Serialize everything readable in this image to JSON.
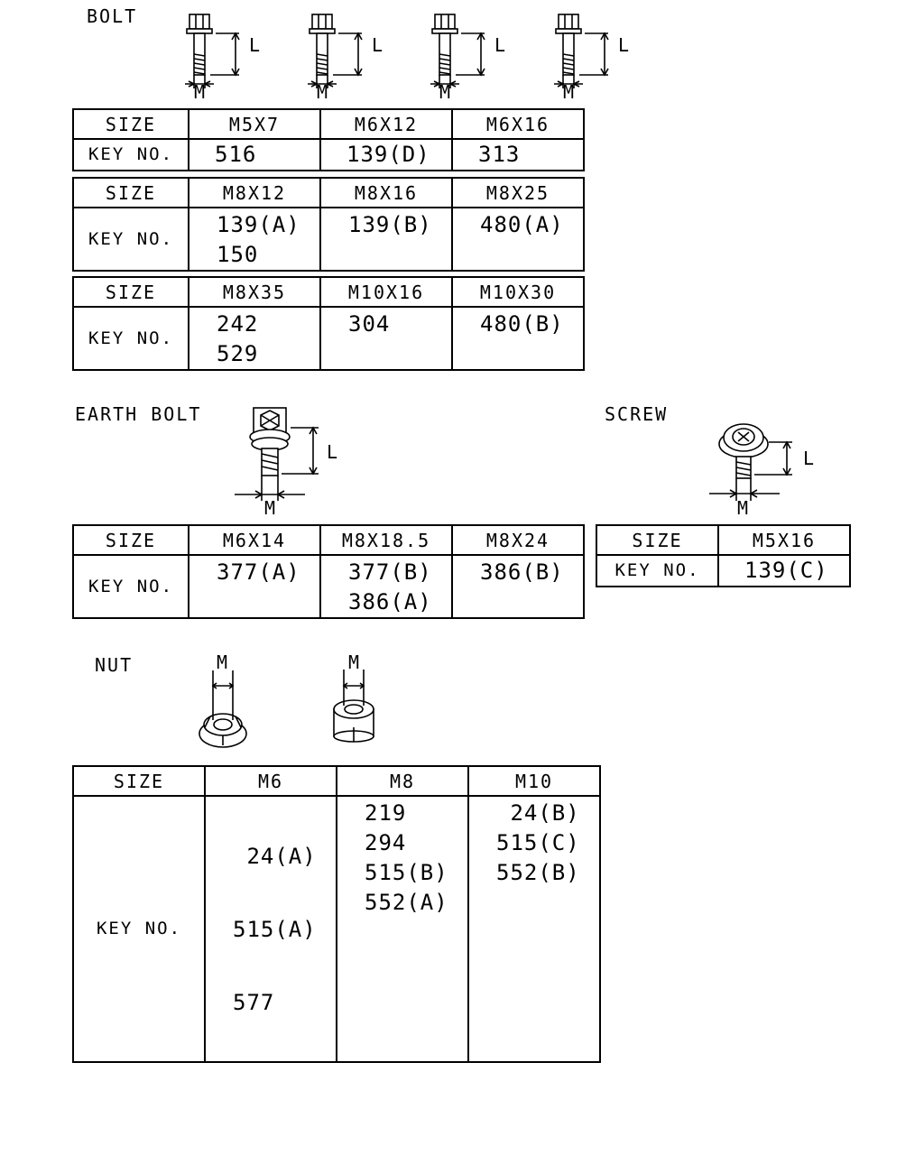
{
  "sections": {
    "bolt": "BOLT",
    "earth_bolt": "EARTH BOLT",
    "screw": "SCREW",
    "nut": "NUT"
  },
  "dims": {
    "length": "L",
    "diameter": "M"
  },
  "table_labels": {
    "size": "SIZE",
    "key_no": "KEY NO."
  },
  "bolt_tables": [
    {
      "sizes": [
        "M5X7",
        "M6X12",
        "M6X16"
      ],
      "keys": [
        [
          "516"
        ],
        [
          "139(D)"
        ],
        [
          "313"
        ]
      ]
    },
    {
      "sizes": [
        "M8X12",
        "M8X16",
        "M8X25"
      ],
      "keys": [
        [
          "139(A)",
          "150"
        ],
        [
          "139(B)"
        ],
        [
          "480(A)"
        ]
      ]
    },
    {
      "sizes": [
        "M8X35",
        "M10X16",
        "M10X30"
      ],
      "keys": [
        [
          "242",
          "529"
        ],
        [
          "304"
        ],
        [
          "480(B)"
        ]
      ]
    }
  ],
  "earth_bolt_table": {
    "sizes": [
      "M6X14",
      "M8X18.5",
      "M8X24"
    ],
    "keys": [
      [
        "377(A)"
      ],
      [
        "377(B)",
        "386(A)"
      ],
      [
        "386(B)"
      ]
    ]
  },
  "screw_table": {
    "sizes": [
      "M5X16"
    ],
    "keys": [
      [
        "139(C)"
      ]
    ]
  },
  "nut_table": {
    "sizes": [
      "M6",
      "M8",
      "M10"
    ],
    "keys": [
      [
        " 24(A)",
        "515(A)",
        "577"
      ],
      [
        "219",
        "294",
        "515(B)",
        "552(A)"
      ],
      [
        " 24(B)",
        "515(C)",
        "552(B)"
      ]
    ]
  }
}
